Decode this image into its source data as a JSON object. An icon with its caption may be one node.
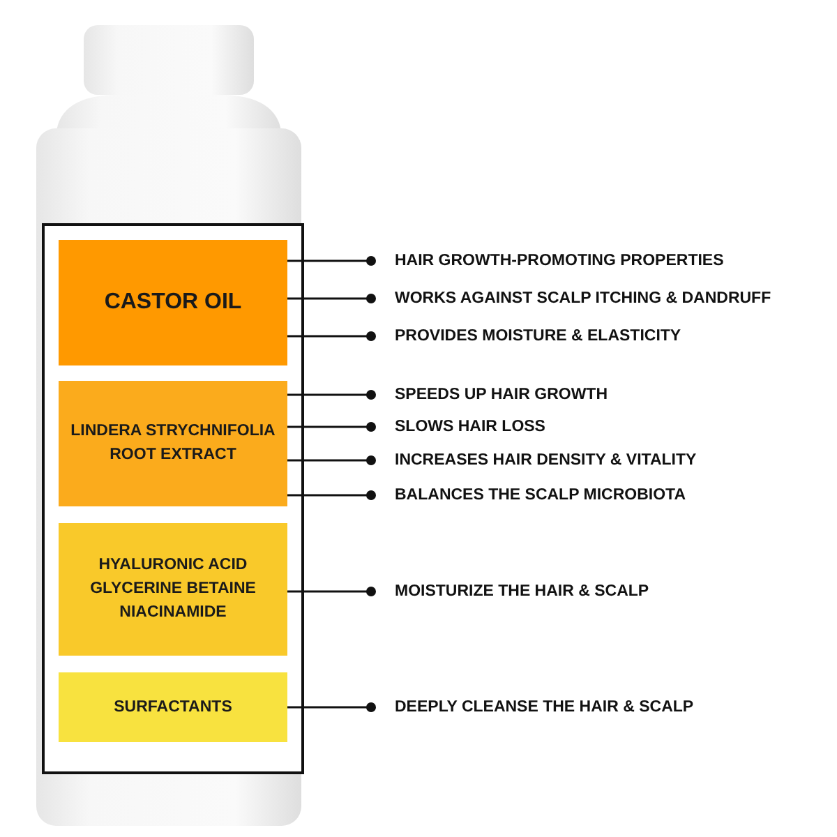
{
  "diagram": {
    "nodes": [
      {
        "text": [],
        "shape": "box"
      },
      {
        "text": [
          "CASTOR OIL"
        ],
        "in": 0
      },
      {
        "text": [
          "LINDERA STRYCHNIFOLIA ROOT EXTRACT"
        ],
        "in": 0
      },
      {
        "text": [
          "HYALURONIC ACID GLYCERINE BETAINE NIACINAMIDE"
        ],
        "in": 0
      },
      {
        "text": [
          "SURFACTANTS"
        ],
        "in": 0
      },
      {
        "text": [
          "HAIR GROWTH-PROMOTING PROPERTIES"
        ]
      },
      {
        "text": [
          "WORKS AGAINST SCALP ITCHING & DANDRUFF"
        ]
      },
      {
        "text": [
          "PROVIDES MOISTURE & ELASTICITY"
        ]
      },
      {
        "text": [
          "SPEEDS UP HAIR GROWTH"
        ]
      },
      {
        "text": [
          "SLOWS HAIR LOSS"
        ]
      },
      {
        "text": [
          "INCREASES HAIR DENSITY & VITALITY"
        ]
      },
      {
        "text": [
          "BALANCES THE SCALP MICROBIOTA"
        ]
      },
      {
        "text": [
          "MOISTURIZE THE HAIR & SCALP"
        ]
      },
      {
        "text": [
          "DEEPLY CLEANSE THE HAIR & SCALP"
        ]
      }
    ],
    "edges": [
      {
        "from": 1,
        "to": 5,
        "arrow": "other"
      },
      {
        "from": 1,
        "to": 6,
        "arrow": "other"
      },
      {
        "from": 1,
        "to": 7,
        "arrow": "other"
      },
      {
        "from": 2,
        "to": 8,
        "arrow": "other"
      },
      {
        "from": 2,
        "to": 9,
        "arrow": "other"
      },
      {
        "from": 2,
        "to": 10,
        "arrow": "other"
      },
      {
        "from": 2,
        "to": 11,
        "arrow": "other"
      },
      {
        "from": 3,
        "to": 12,
        "arrow": "other"
      },
      {
        "from": 4,
        "to": 13,
        "arrow": "other"
      }
    ]
  }
}
